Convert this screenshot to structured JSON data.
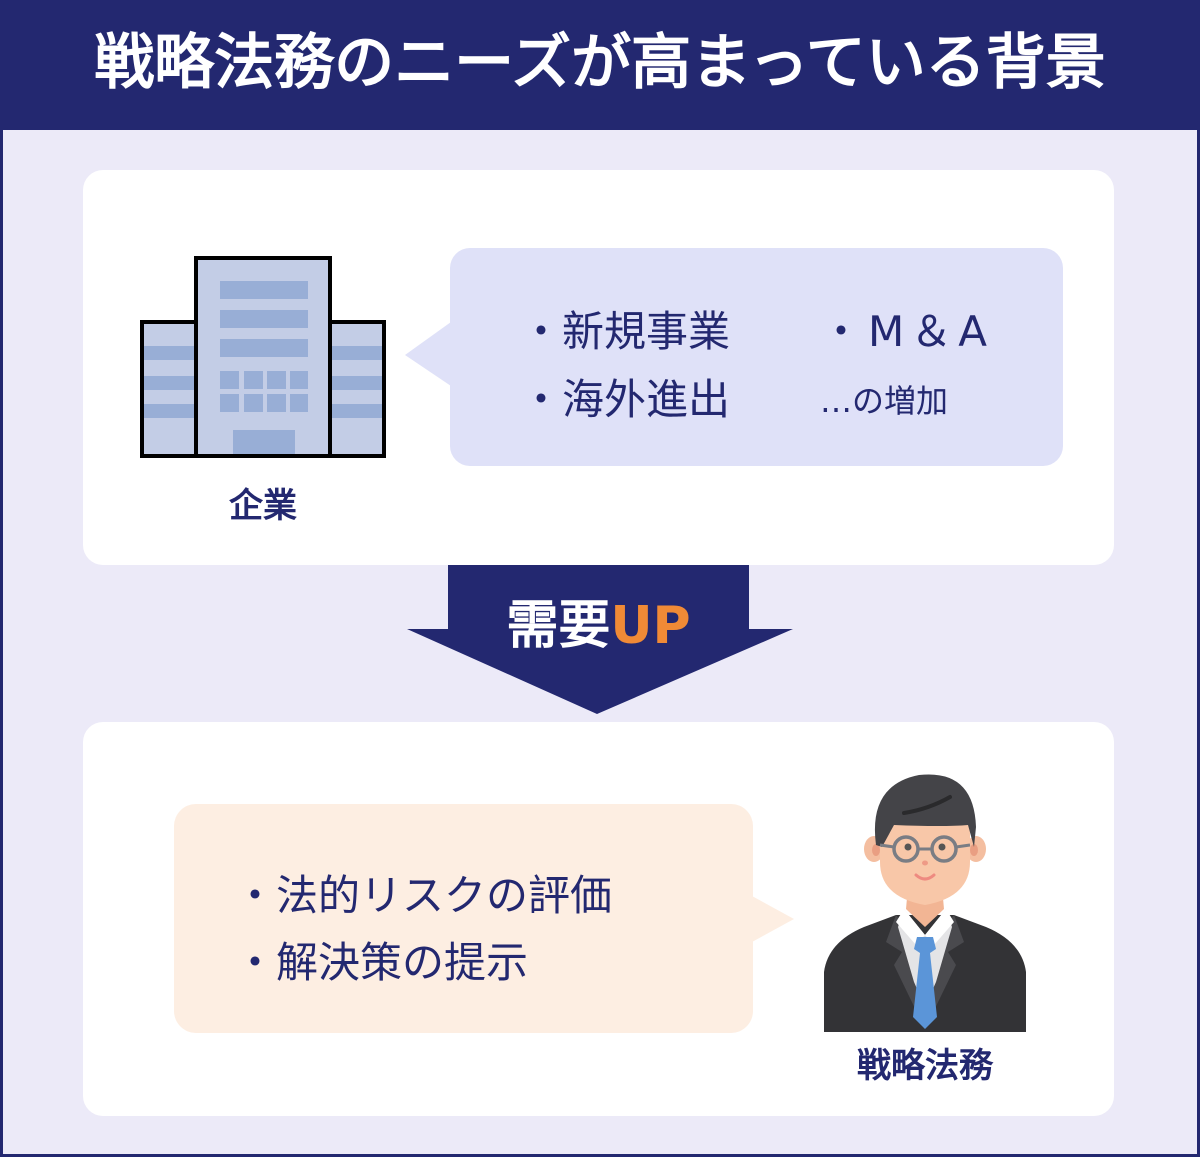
{
  "header": {
    "title": "戦略法務のニーズが高まっている背景"
  },
  "company_panel": {
    "icon": "building-icon",
    "label": "企業",
    "bubble": {
      "items": [
        "・新規事業",
        "・M＆A",
        "・海外進出",
        "…の増加"
      ]
    }
  },
  "arrow": {
    "icon": "down-arrow-icon",
    "label_main": "需要",
    "label_accent": "UP"
  },
  "legal_panel": {
    "icon": "businessman-icon",
    "label": "戦略法務",
    "bubble": {
      "items": [
        "・法的リスクの評価",
        "・解決策の提示"
      ]
    }
  },
  "colors": {
    "navy": "#232870",
    "page_bg": "#eceaf8",
    "card_bg": "#ffffff",
    "bubble_blue": "#dfe1f8",
    "bubble_peach": "#fdeee2",
    "accent_orange": "#f08a36",
    "building_fill": "#c3cde6",
    "building_stripe": "#98aed6",
    "tie_blue": "#5b95d8",
    "suit": "#333336"
  }
}
